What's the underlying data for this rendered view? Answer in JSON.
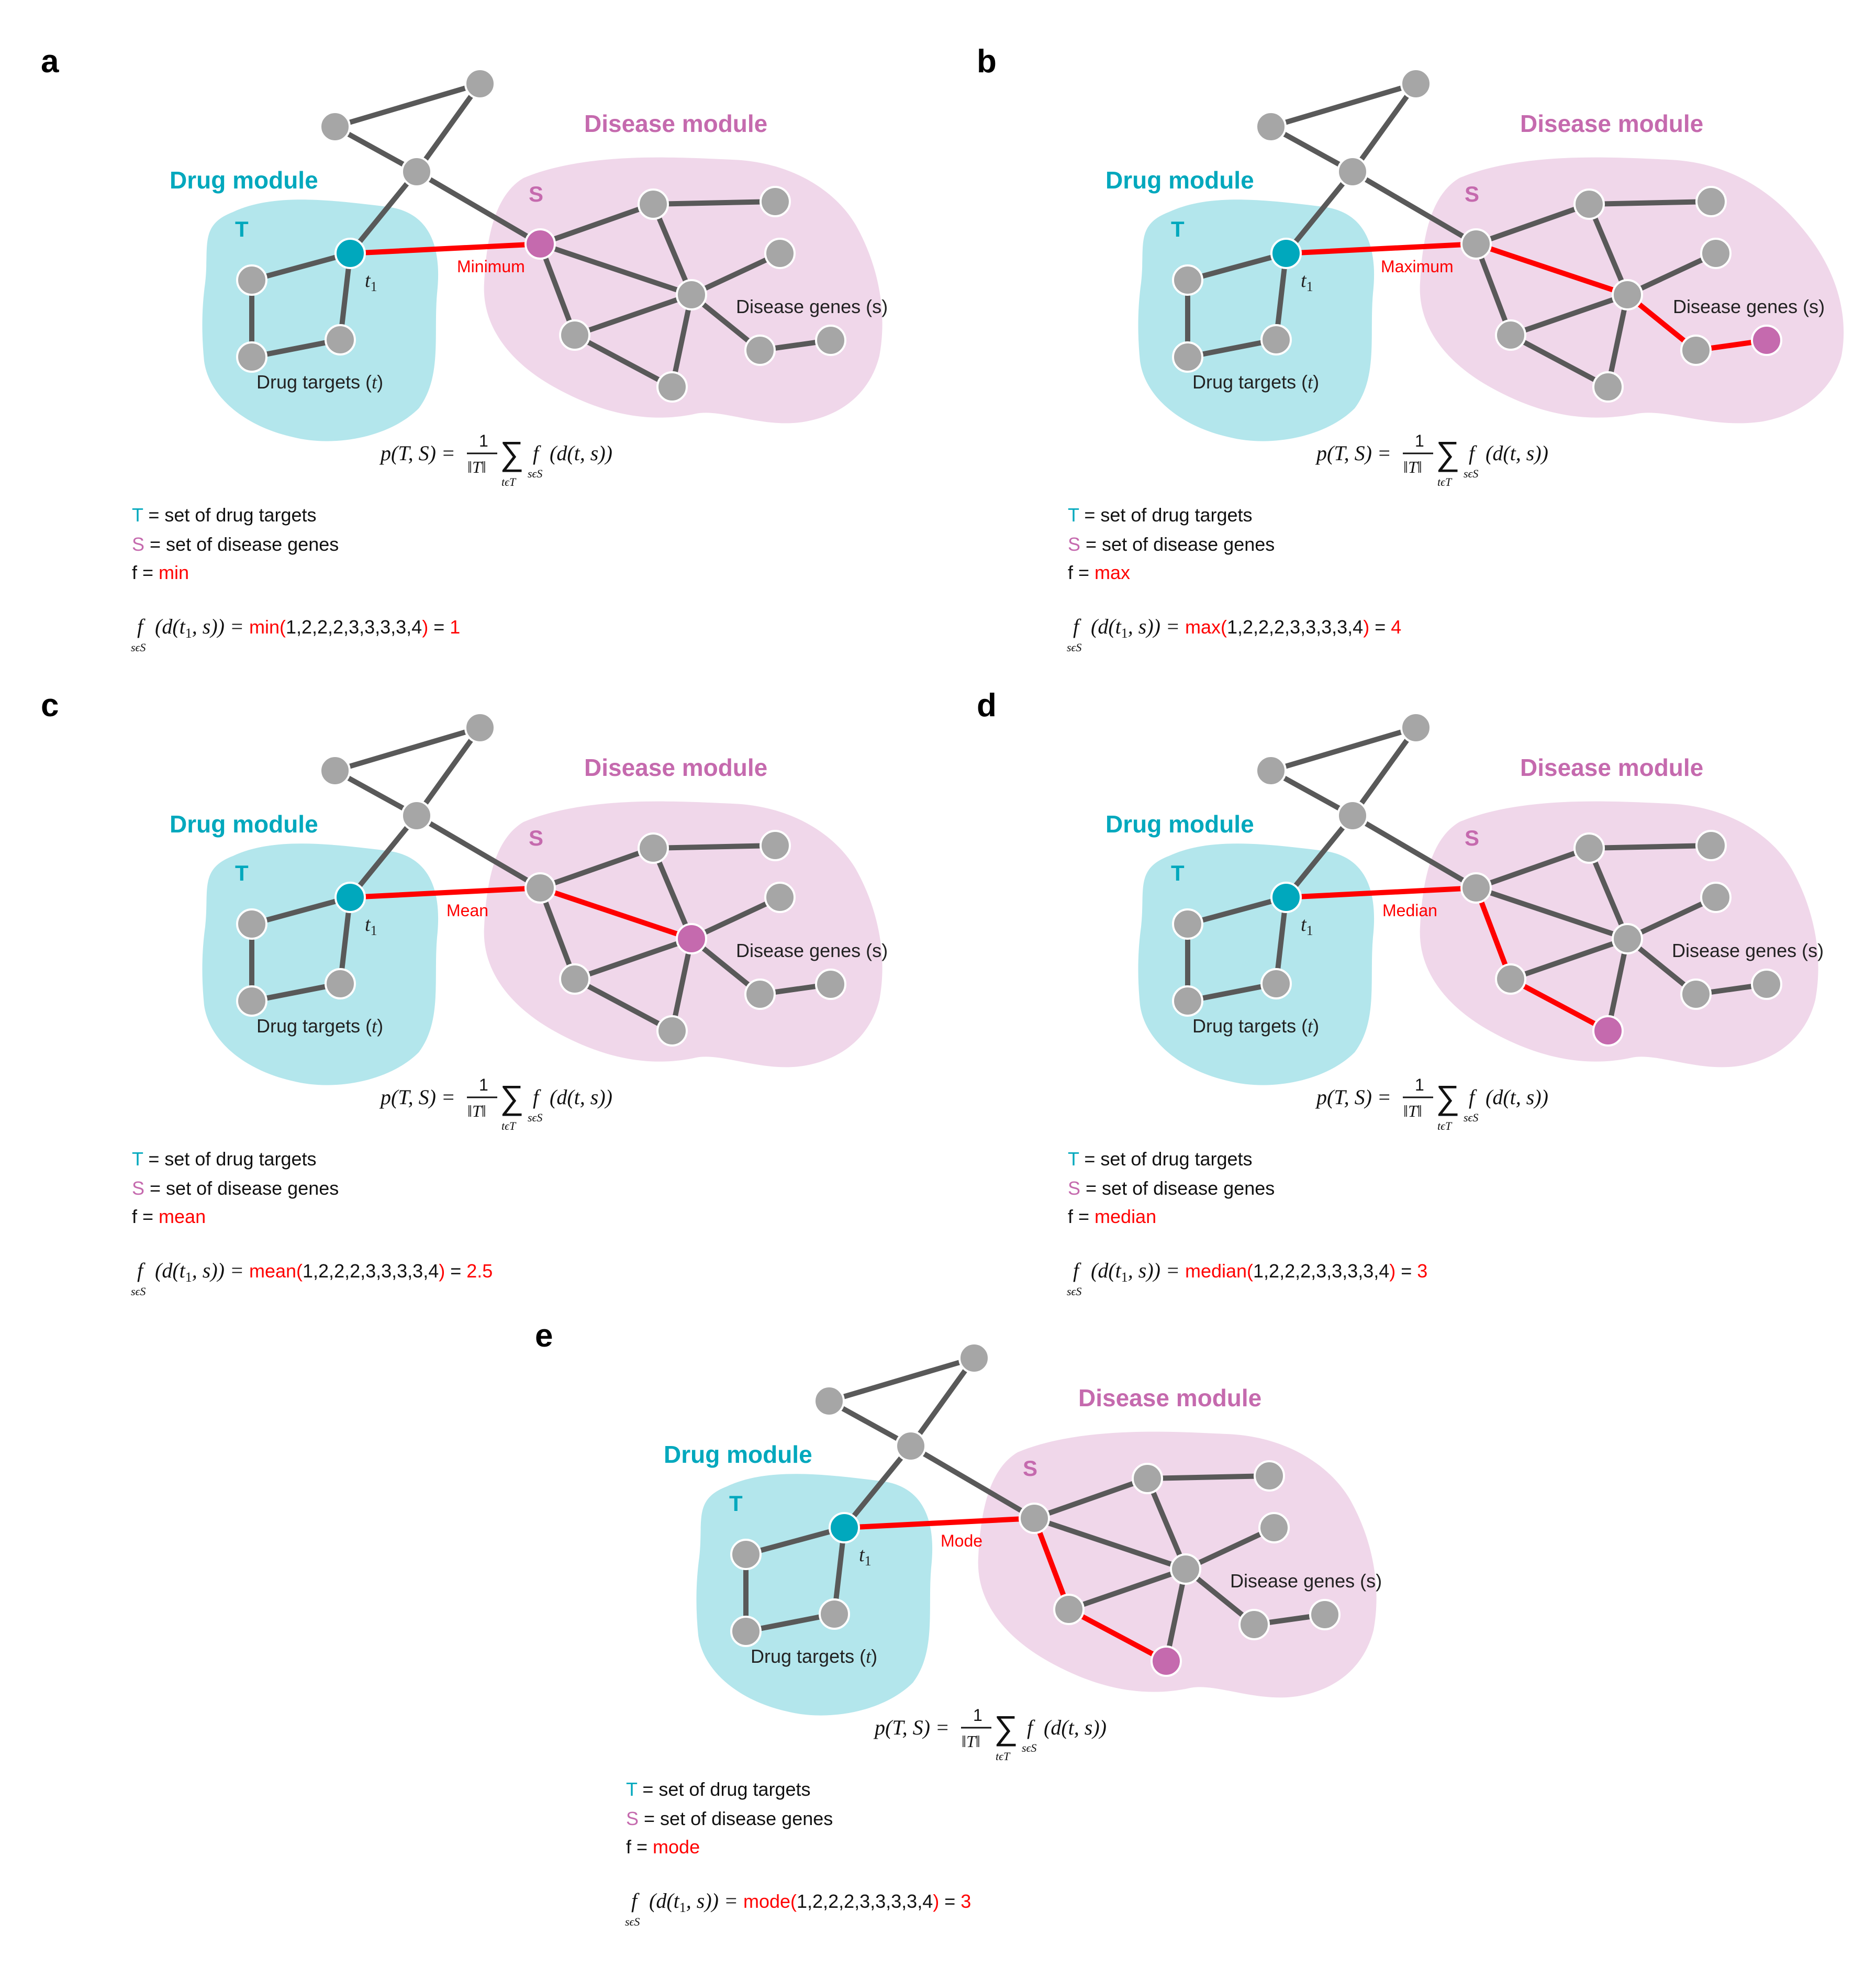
{
  "colors": {
    "drug": "#00a8bd",
    "disease": "#c56aae",
    "drug_blob": "#b3e6ec",
    "disease_blob": "#f0d7ea",
    "edge": "#595959",
    "node": "#a6a6a6",
    "highlight": "#ff0000"
  },
  "shared": {
    "drug_module": "Drug module",
    "disease_module": "Disease module",
    "T": "T",
    "S": "S",
    "t1": "t",
    "t1_sub": "1",
    "drug_targets": "Drug targets (",
    "drug_targets_var": "t",
    "drug_targets_close": ")",
    "disease_genes": "Disease genes (s)",
    "formula_lhs": "p(T, S) =",
    "formula_num": "1",
    "formula_den": "‖T‖",
    "formula_sum": "∑",
    "formula_sum_sub": "tϵT",
    "formula_f": "f",
    "formula_f_sub": "sϵS",
    "formula_rhs": "(d(t, s))",
    "legend_T_key": "T",
    "legend_T_text": " = set of drug targets",
    "legend_S_key": "S",
    "legend_S_text": " = set of disease genes",
    "legend_f_key": "f = ",
    "calc_f": "f",
    "calc_f_sub": "sϵS",
    "calc_arg": "(d(t",
    "calc_arg_sub": "1",
    "calc_arg_end": ", s)) = ",
    "calc_list": "1,2,2,2,3,3,3,3,4",
    "calc_eq": " = "
  },
  "panels": [
    {
      "letter": "a",
      "edge_label": "Minimum",
      "f_name": "min",
      "result": "1"
    },
    {
      "letter": "b",
      "edge_label": "Maximum",
      "f_name": "max",
      "result": "4"
    },
    {
      "letter": "c",
      "edge_label": "Mean",
      "f_name": "mean",
      "result": "2.5"
    },
    {
      "letter": "d",
      "edge_label": "Median",
      "f_name": "median",
      "result": "3"
    },
    {
      "letter": "e",
      "edge_label": "Mode",
      "f_name": "mode",
      "result": "3"
    }
  ]
}
